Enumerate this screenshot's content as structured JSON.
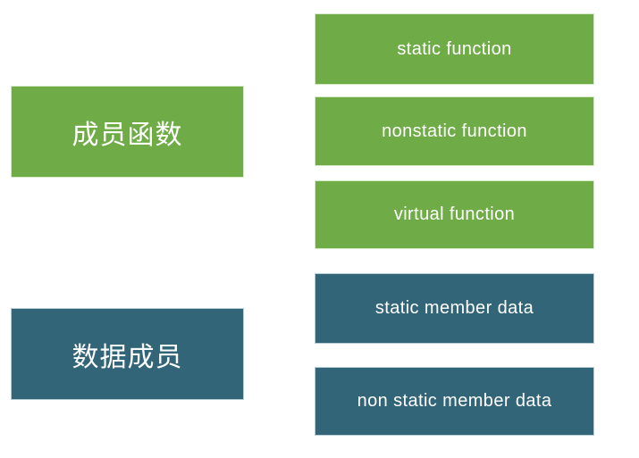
{
  "diagram": {
    "colors": {
      "green_fill": "#6fac47",
      "green_border": "#d6eac5",
      "teal_fill": "#336578",
      "teal_border": "#b7cdd6",
      "text": "#ffffff",
      "background": "#ffffff"
    },
    "groups": [
      {
        "category": {
          "label": "成员函数"
        },
        "items": [
          {
            "label": "static function"
          },
          {
            "label": "nonstatic function"
          },
          {
            "label": "virtual function"
          }
        ]
      },
      {
        "category": {
          "label": "数据成员"
        },
        "items": [
          {
            "label": "static member data"
          },
          {
            "label": "non static member data"
          }
        ]
      }
    ]
  }
}
